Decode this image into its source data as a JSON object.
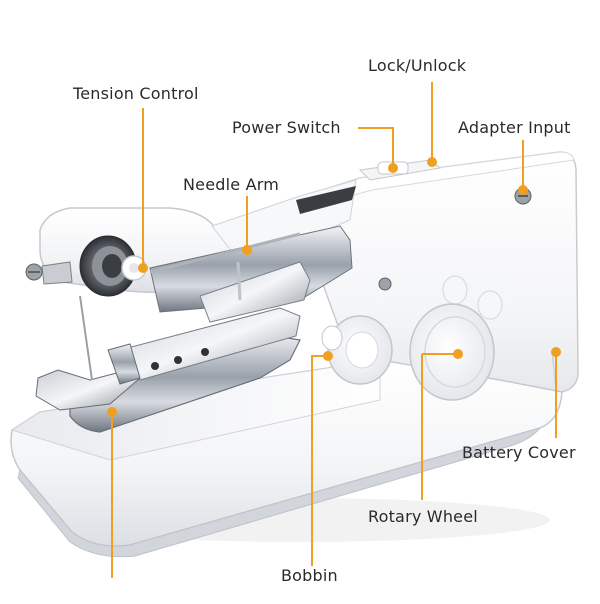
{
  "product": "handheld sewing machine",
  "accent_color": "#f0a020",
  "callouts": {
    "tension_control": "Tension Control",
    "lock_unlock": "Lock/Unlock",
    "power_switch": "Power Switch",
    "adapter_input": "Adapter Input",
    "needle_arm": "Needle Arm",
    "battery_cover": "Battery Cover",
    "rotary_wheel": "Rotary Wheel",
    "bobbin": "Bobbin"
  }
}
